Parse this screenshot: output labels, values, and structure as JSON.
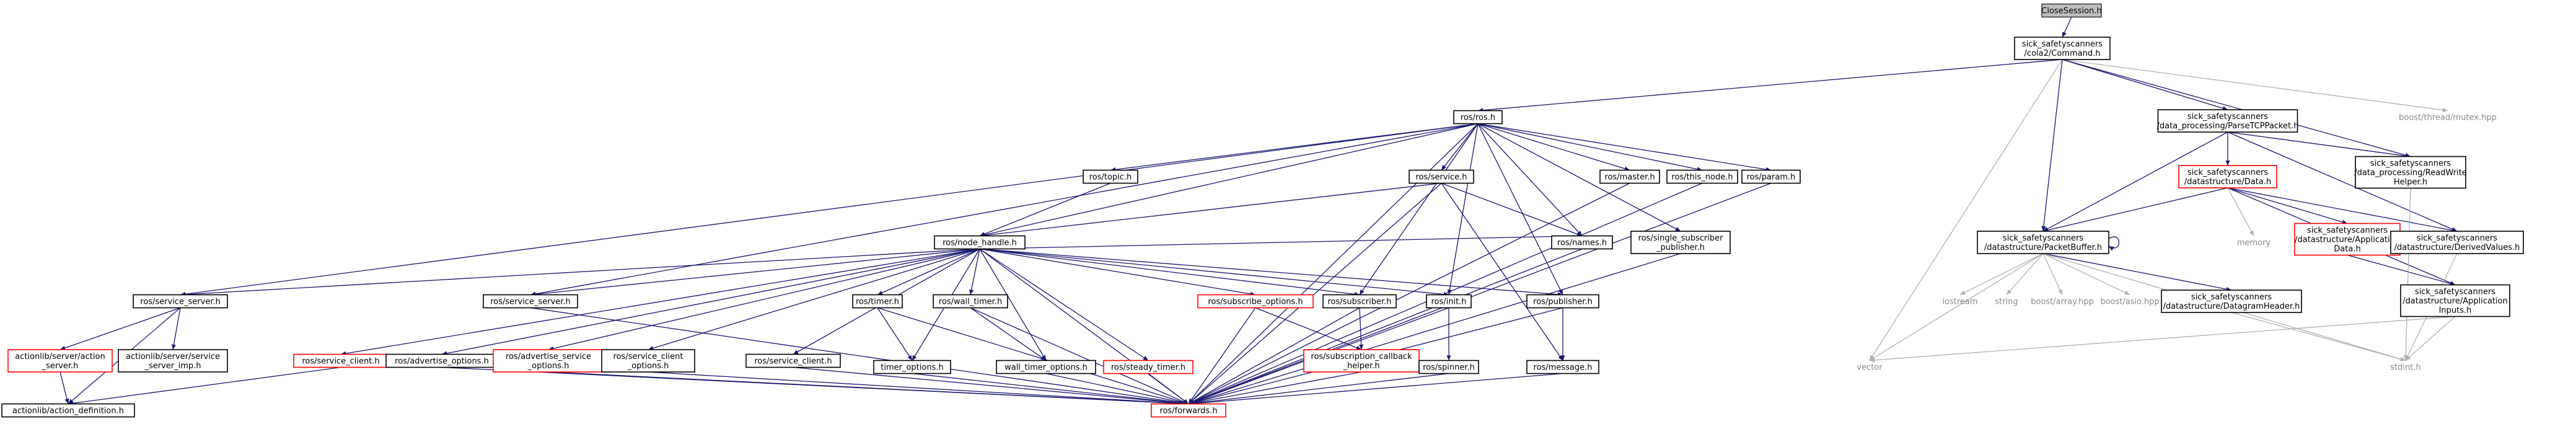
{
  "colors": {
    "edge": "#191970",
    "edge_muted": "#b0b0b0",
    "missing_border": "#ff0000",
    "root_fill": "#bfbfbf"
  },
  "nodes": [
    {
      "id": "CloseSession",
      "lines": [
        "CloseSession.h"
      ],
      "style": "root"
    },
    {
      "id": "Command",
      "lines": [
        "sick_safetyscanners",
        "/cola2/Command.h"
      ],
      "style": "normal"
    },
    {
      "id": "ros",
      "lines": [
        "ros/ros.h"
      ],
      "style": "normal"
    },
    {
      "id": "ParseTCP",
      "lines": [
        "sick_safetyscanners",
        "/data_processing/ParseTCPPacket.h"
      ],
      "style": "normal"
    },
    {
      "id": "boostmutex",
      "lines": [
        "boost/thread/mutex.hpp"
      ],
      "style": "plain"
    },
    {
      "id": "ReadWrite",
      "lines": [
        "sick_safetyscanners",
        "/data_processing/ReadWrite",
        "Helper.h"
      ],
      "style": "normal"
    },
    {
      "id": "Data",
      "lines": [
        "sick_safetyscanners",
        "/datastructure/Data.h"
      ],
      "style": "missing"
    },
    {
      "id": "memory",
      "lines": [
        "memory"
      ],
      "style": "plain"
    },
    {
      "id": "AppData",
      "lines": [
        "sick_safetyscanners",
        "/datastructure/Application",
        "Data.h"
      ],
      "style": "missing"
    },
    {
      "id": "Derived",
      "lines": [
        "sick_safetyscanners",
        "/datastructure/DerivedValues.h"
      ],
      "style": "normal"
    },
    {
      "id": "AppInputs",
      "lines": [
        "sick_safetyscanners",
        "/datastructure/Application",
        "Inputs.h"
      ],
      "style": "normal"
    },
    {
      "id": "PacketBuffer",
      "lines": [
        "sick_safetyscanners",
        "/datastructure/PacketBuffer.h"
      ],
      "style": "normal"
    },
    {
      "id": "iostream",
      "lines": [
        "iostream"
      ],
      "style": "plain"
    },
    {
      "id": "string",
      "lines": [
        "string"
      ],
      "style": "plain"
    },
    {
      "id": "boostarray",
      "lines": [
        "boost/array.hpp"
      ],
      "style": "plain"
    },
    {
      "id": "boostasio",
      "lines": [
        "boost/asio.hpp"
      ],
      "style": "plain"
    },
    {
      "id": "Datagram",
      "lines": [
        "sick_safetyscanners",
        "/datastructure/DatagramHeader.h"
      ],
      "style": "normal"
    },
    {
      "id": "vector",
      "lines": [
        "vector"
      ],
      "style": "plain"
    },
    {
      "id": "stdint",
      "lines": [
        "stdint.h"
      ],
      "style": "plain"
    },
    {
      "id": "topic",
      "lines": [
        "ros/topic.h"
      ],
      "style": "normal"
    },
    {
      "id": "service",
      "lines": [
        "ros/service.h"
      ],
      "style": "normal"
    },
    {
      "id": "master",
      "lines": [
        "ros/master.h"
      ],
      "style": "normal"
    },
    {
      "id": "thisnode",
      "lines": [
        "ros/this_node.h"
      ],
      "style": "normal"
    },
    {
      "id": "param",
      "lines": [
        "ros/param.h"
      ],
      "style": "normal"
    },
    {
      "id": "nodehandle",
      "lines": [
        "ros/node_handle.h"
      ],
      "style": "normal"
    },
    {
      "id": "names",
      "lines": [
        "ros/names.h"
      ],
      "style": "normal"
    },
    {
      "id": "singlesub",
      "lines": [
        "ros/single_subscriber",
        "_publisher.h"
      ],
      "style": "normal"
    },
    {
      "id": "svcserverh",
      "lines": [
        "ros/service_server.h"
      ],
      "style": "normal"
    },
    {
      "id": "svcserver2",
      "lines": [
        "ros/service_server.h"
      ],
      "style": "normal"
    },
    {
      "id": "timer",
      "lines": [
        "ros/timer.h"
      ],
      "style": "normal"
    },
    {
      "id": "walltimer",
      "lines": [
        "ros/wall_timer.h"
      ],
      "style": "normal"
    },
    {
      "id": "subopts",
      "lines": [
        "ros/subscribe_options.h"
      ],
      "style": "missing"
    },
    {
      "id": "subscriber",
      "lines": [
        "ros/subscriber.h"
      ],
      "style": "normal"
    },
    {
      "id": "init",
      "lines": [
        "ros/init.h"
      ],
      "style": "normal"
    },
    {
      "id": "publisher",
      "lines": [
        "ros/publisher.h"
      ],
      "style": "normal"
    },
    {
      "id": "actionserver",
      "lines": [
        "actionlib/server/action",
        "_server.h"
      ],
      "style": "missing"
    },
    {
      "id": "ssimp",
      "lines": [
        "actionlib/server/service",
        "_server_imp.h"
      ],
      "style": "normal"
    },
    {
      "id": "svcclienth",
      "lines": [
        "ros/service_client.h"
      ],
      "style": "missing"
    },
    {
      "id": "advopts",
      "lines": [
        "ros/advertise_options.h"
      ],
      "style": "normal"
    },
    {
      "id": "advsvcopts",
      "lines": [
        "ros/advertise_service",
        "_options.h"
      ],
      "style": "missing"
    },
    {
      "id": "svcclientopts",
      "lines": [
        "ros/service_client",
        "_options.h"
      ],
      "style": "normal"
    },
    {
      "id": "svcclient2",
      "lines": [
        "ros/service_client.h"
      ],
      "style": "normal"
    },
    {
      "id": "timeropts",
      "lines": [
        "timer_options.h"
      ],
      "style": "normal"
    },
    {
      "id": "walltimeropts",
      "lines": [
        "wall_timer_options.h"
      ],
      "style": "normal"
    },
    {
      "id": "steadytimer",
      "lines": [
        "ros/steady_timer.h"
      ],
      "style": "missing"
    },
    {
      "id": "subcb",
      "lines": [
        "ros/subscription_callback",
        "_helper.h"
      ],
      "style": "missing"
    },
    {
      "id": "spinner",
      "lines": [
        "ros/spinner.h"
      ],
      "style": "normal"
    },
    {
      "id": "message",
      "lines": [
        "ros/message.h"
      ],
      "style": "normal"
    },
    {
      "id": "actiondef",
      "lines": [
        "actionlib/action_definition.h"
      ],
      "style": "normal"
    },
    {
      "id": "forwards",
      "lines": [
        "ros/forwards.h"
      ],
      "style": "missing"
    }
  ],
  "edges": [
    [
      "CloseSession",
      "Command"
    ],
    [
      "Command",
      "ros"
    ],
    [
      "Command",
      "ParseTCP"
    ],
    [
      "Command",
      "boostmutex"
    ],
    [
      "Command",
      "ReadWrite"
    ],
    [
      "Command",
      "PacketBuffer"
    ],
    [
      "Command",
      "vector"
    ],
    [
      "ParseTCP",
      "ReadWrite"
    ],
    [
      "ParseTCP",
      "Data"
    ],
    [
      "ParseTCP",
      "Derived"
    ],
    [
      "ParseTCP",
      "PacketBuffer"
    ],
    [
      "Data",
      "memory"
    ],
    [
      "Data",
      "AppData"
    ],
    [
      "Data",
      "Derived"
    ],
    [
      "Data",
      "PacketBuffer"
    ],
    [
      "Data",
      "AppInputs"
    ],
    [
      "AppData",
      "AppInputs"
    ],
    [
      "AppInputs",
      "stdint"
    ],
    [
      "AppInputs",
      "vector"
    ],
    [
      "Derived",
      "stdint"
    ],
    [
      "ReadWrite",
      "stdint"
    ],
    [
      "PacketBuffer",
      "PacketBuffer"
    ],
    [
      "PacketBuffer",
      "iostream"
    ],
    [
      "PacketBuffer",
      "string"
    ],
    [
      "PacketBuffer",
      "boostarray"
    ],
    [
      "PacketBuffer",
      "boostasio"
    ],
    [
      "PacketBuffer",
      "Datagram"
    ],
    [
      "PacketBuffer",
      "vector"
    ],
    [
      "PacketBuffer",
      "stdint"
    ],
    [
      "Datagram",
      "stdint"
    ],
    [
      "ros",
      "topic"
    ],
    [
      "ros",
      "service"
    ],
    [
      "ros",
      "master"
    ],
    [
      "ros",
      "thisnode"
    ],
    [
      "ros",
      "param"
    ],
    [
      "ros",
      "nodehandle"
    ],
    [
      "ros",
      "names"
    ],
    [
      "ros",
      "singlesub"
    ],
    [
      "ros",
      "svcserverh"
    ],
    [
      "ros",
      "svcserver2"
    ],
    [
      "ros",
      "subscriber"
    ],
    [
      "ros",
      "init"
    ],
    [
      "ros",
      "publisher"
    ],
    [
      "ros",
      "forwards"
    ],
    [
      "topic",
      "nodehandle"
    ],
    [
      "service",
      "nodehandle"
    ],
    [
      "service",
      "names"
    ],
    [
      "service",
      "message"
    ],
    [
      "service",
      "forwards"
    ],
    [
      "master",
      "forwards"
    ],
    [
      "thisnode",
      "forwards"
    ],
    [
      "param",
      "forwards"
    ],
    [
      "names",
      "forwards"
    ],
    [
      "singlesub",
      "forwards"
    ],
    [
      "nodehandle",
      "svcserverh"
    ],
    [
      "nodehandle",
      "svcserver2"
    ],
    [
      "nodehandle",
      "svcclienth"
    ],
    [
      "nodehandle",
      "advopts"
    ],
    [
      "nodehandle",
      "advsvcopts"
    ],
    [
      "nodehandle",
      "svcclientopts"
    ],
    [
      "nodehandle",
      "svcclient2"
    ],
    [
      "nodehandle",
      "timer"
    ],
    [
      "nodehandle",
      "timeropts"
    ],
    [
      "nodehandle",
      "walltimer"
    ],
    [
      "nodehandle",
      "walltimeropts"
    ],
    [
      "nodehandle",
      "steadytimer"
    ],
    [
      "nodehandle",
      "subopts"
    ],
    [
      "nodehandle",
      "subscriber"
    ],
    [
      "nodehandle",
      "init"
    ],
    [
      "nodehandle",
      "publisher"
    ],
    [
      "nodehandle",
      "names"
    ],
    [
      "nodehandle",
      "forwards"
    ],
    [
      "svcserverh",
      "actionserver"
    ],
    [
      "svcserverh",
      "ssimp"
    ],
    [
      "svcserverh",
      "actiondef"
    ],
    [
      "actionserver",
      "actiondef"
    ],
    [
      "svcclienth",
      "actiondef"
    ],
    [
      "svcserver2",
      "forwards"
    ],
    [
      "advopts",
      "forwards"
    ],
    [
      "advsvcopts",
      "forwards"
    ],
    [
      "svcclientopts",
      "forwards"
    ],
    [
      "svcclient2",
      "forwards"
    ],
    [
      "timer",
      "timeropts"
    ],
    [
      "timer",
      "forwards"
    ],
    [
      "walltimer",
      "walltimeropts"
    ],
    [
      "walltimer",
      "forwards"
    ],
    [
      "timeropts",
      "forwards"
    ],
    [
      "walltimeropts",
      "forwards"
    ],
    [
      "steadytimer",
      "forwards"
    ],
    [
      "subopts",
      "subcb"
    ],
    [
      "subopts",
      "forwards"
    ],
    [
      "subscriber",
      "subcb"
    ],
    [
      "subscriber",
      "forwards"
    ],
    [
      "subcb",
      "forwards"
    ],
    [
      "init",
      "spinner"
    ],
    [
      "init",
      "forwards"
    ],
    [
      "publisher",
      "message"
    ],
    [
      "publisher",
      "forwards"
    ],
    [
      "message",
      "forwards"
    ],
    [
      "spinner",
      "forwards"
    ]
  ]
}
